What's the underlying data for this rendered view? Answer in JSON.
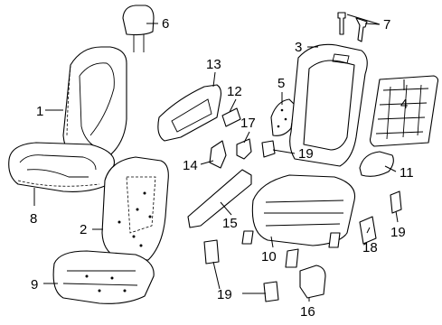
{
  "callouts": {
    "c1": "1",
    "c2": "2",
    "c3": "3",
    "c4": "4",
    "c5": "5",
    "c6": "6",
    "c7": "7",
    "c8": "8",
    "c9": "9",
    "c10": "10",
    "c11": "11",
    "c12": "12",
    "c13": "13",
    "c14": "14",
    "c15": "15",
    "c16": "16",
    "c17": "17",
    "c18": "18",
    "c19a": "19",
    "c19b": "19",
    "c19c": "19"
  }
}
